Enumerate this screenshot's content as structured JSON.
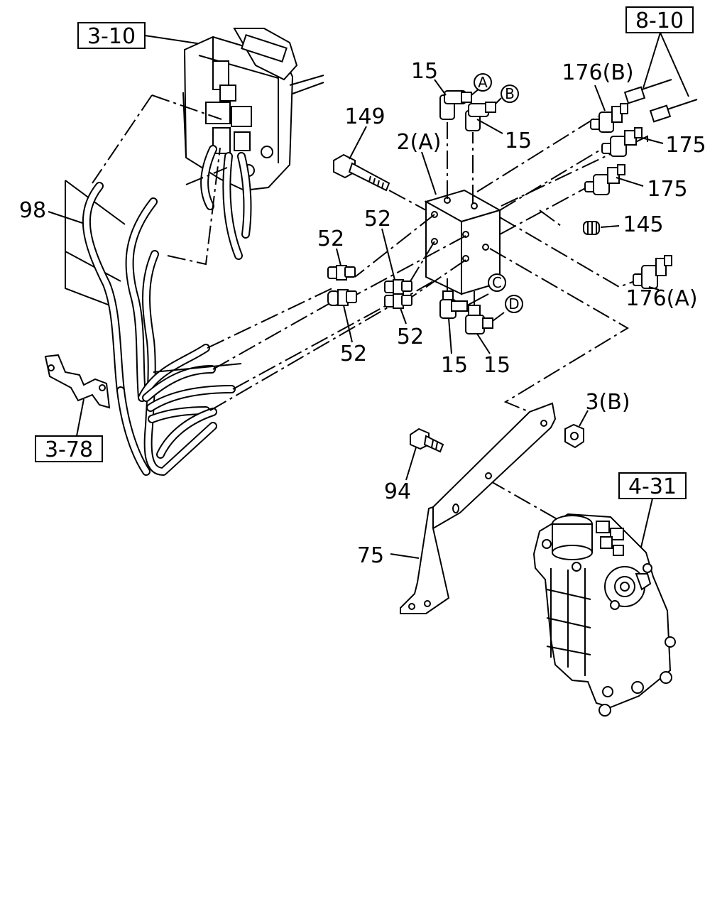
{
  "references": {
    "ref_3_10": "3-10",
    "ref_8_10": "8-10",
    "ref_3_78": "3-78",
    "ref_4_31": "4-31"
  },
  "callouts": {
    "c15_top": "15",
    "c15_b": "15",
    "c15_c": "15",
    "c15_d": "15",
    "c149": "149",
    "c2a": "2(A)",
    "c176b": "176(B)",
    "c175_a": "175",
    "c175_b": "175",
    "c145": "145",
    "c176a": "176(A)",
    "c52_a": "52",
    "c52_b": "52",
    "c52_c": "52",
    "c52_d": "52",
    "c98": "98",
    "c3b": "3(B)",
    "c94": "94",
    "c75": "75"
  },
  "circle_markers": {
    "a": "A",
    "b": "B",
    "c": "C",
    "d": "D"
  }
}
